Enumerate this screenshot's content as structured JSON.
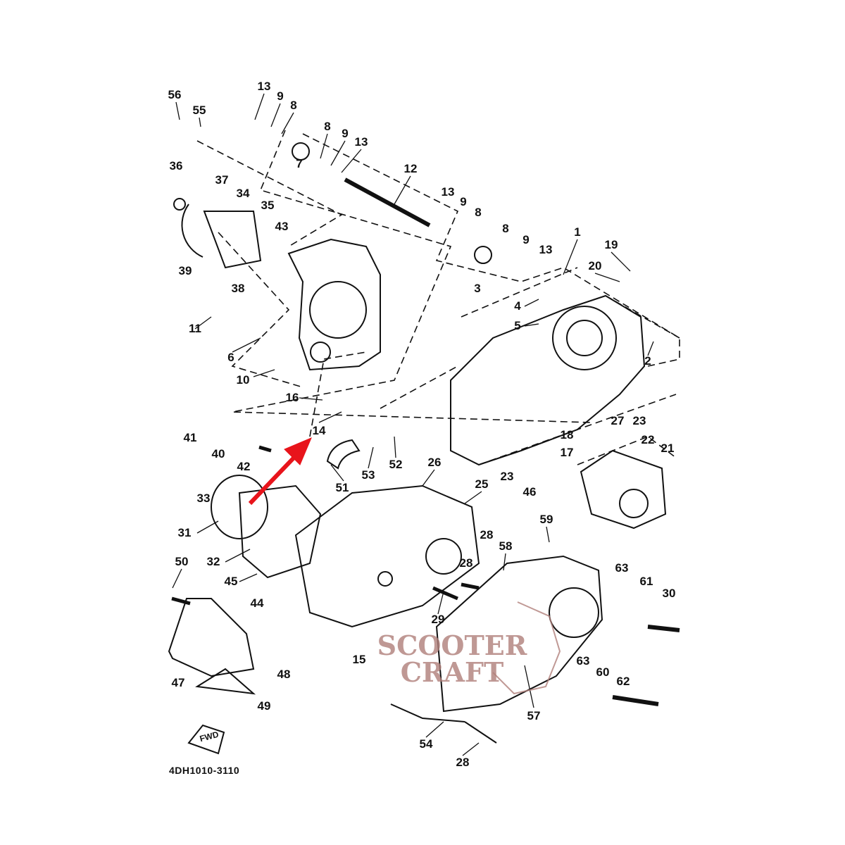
{
  "diagram": {
    "part_code": "4DH1010-3110",
    "fwd_label": "FWD",
    "watermark": [
      "SCOOTER",
      "CRAFT"
    ],
    "highlight_color": "#e8141b",
    "labels": [
      "56",
      "55",
      "13",
      "9",
      "8",
      "8",
      "9",
      "13",
      "7",
      "12",
      "36",
      "37",
      "34",
      "35",
      "43",
      "13",
      "9",
      "8",
      "8",
      "9",
      "13",
      "1",
      "19",
      "20",
      "39",
      "38",
      "3",
      "4",
      "5",
      "11",
      "6",
      "2",
      "10",
      "16",
      "14",
      "41",
      "40",
      "42",
      "18",
      "27",
      "23",
      "17",
      "22",
      "21",
      "53",
      "52",
      "26",
      "23",
      "46",
      "51",
      "25",
      "33",
      "31",
      "59",
      "28",
      "28",
      "58",
      "32",
      "50",
      "45",
      "44",
      "63",
      "61",
      "30",
      "29",
      "15",
      "47",
      "48",
      "63",
      "60",
      "62",
      "57",
      "49",
      "54",
      "28"
    ]
  }
}
